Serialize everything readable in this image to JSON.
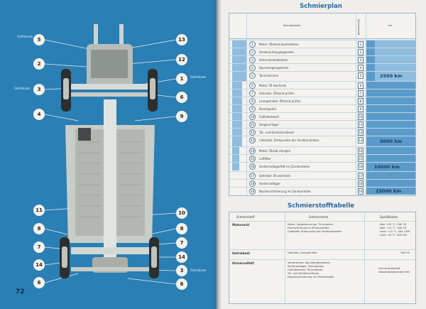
{
  "left_page": {
    "page_number": "72",
    "side_labels": [
      "Gehäuse",
      "Gehäuse",
      "Gehäuse",
      "Gehäuse"
    ],
    "callouts": [
      "5",
      "2",
      "3",
      "4",
      "13",
      "12",
      "1",
      "6",
      "9",
      "11",
      "8",
      "7",
      "14",
      "6",
      "10",
      "8",
      "7",
      "14",
      "3",
      "6"
    ]
  },
  "right_page": {
    "table1": {
      "title": "Schmierplan",
      "head": [
        "Schmierstelle",
        "Schmierstoff",
        "km"
      ],
      "rows": [
        {
          "symbol": "1",
          "text": "Motor: Ölstand kontrollieren",
          "mark": "1"
        },
        {
          "symbol": "2",
          "text": "Vorderachskugelgelenke",
          "mark": "2"
        },
        {
          "symbol": "3",
          "text": "Achsschenkelbolzen",
          "mark": "3"
        },
        {
          "symbol": "4",
          "text": "Spurstangengelenke",
          "mark": "4"
        },
        {
          "symbol": "5",
          "text": "Türscharniere",
          "mark": "5"
        },
        {
          "symbol": "6",
          "text": "Motor: Öl wechseln",
          "mark": "6"
        },
        {
          "symbol": "7",
          "text": "Getriebe: Ölstand prüfen",
          "mark": "7"
        },
        {
          "symbol": "8",
          "text": "Lenkgetriebe: Ölstand prüfen",
          "mark": "8"
        },
        {
          "symbol": "9",
          "text": "Bremspedal",
          "mark": "9"
        },
        {
          "symbol": "10",
          "text": "Fußhebelwerk",
          "mark": "10"
        },
        {
          "symbol": "11",
          "text": "Vergaserlager",
          "mark": "11"
        },
        {
          "symbol": "12",
          "text": "Tür- und Deckelschlösser",
          "mark": "12"
        },
        {
          "symbol": "13",
          "text": "Cabriolet: Drehpunkte der Verdeckstreben",
          "mark": "13"
        },
        {
          "symbol": "14",
          "text": "Motor: Ölsieb reinigen",
          "mark": "14"
        },
        {
          "symbol": "15",
          "text": "Luftfilter",
          "mark": "15"
        },
        {
          "symbol": "16",
          "text": "Vorderradlagerfett im Zündverteiler",
          "mark": "16"
        },
        {
          "symbol": "17",
          "text": "Getriebe: Öl wechseln",
          "mark": "17"
        },
        {
          "symbol": "18",
          "text": "Vorderradlager",
          "mark": "18"
        },
        {
          "symbol": "19",
          "text": "Nockenschmierung im Zündverteiler",
          "mark": "19"
        }
      ],
      "intervals": [
        "2500 km",
        "5000 km",
        "10000 km",
        "25000 km"
      ]
    },
    "table2": {
      "title": "Schmierstofftabelle",
      "head": [
        "Schmierstoff",
        "Schmierstelle",
        "Spezifikation"
      ],
      "rows": [
        {
          "name": "Motorenöl",
          "desc": "Motor, Vergaserpumpe, Türschanier,\nFlachsdichtung im Zündverteiler,\nCabriolet: Drehpunkte der Verdeckstreben",
          "spec": "über +30 °C  SAE 30\nüber +10 °C  SAE 20\nunter +10 °C  SAE 10W\nunter -20 °C  SAE 5W"
        },
        {
          "name": "Getriebeöl",
          "desc": "Getriebe, Lenkgetriebe",
          "spec": "SAE 90"
        },
        {
          "name": "Universalfett",
          "desc": "Vorderachse, Spurstangengelenk,\nVorderradlager, Bremspedal,\nFußhebelwerk, Türschlösser,\nTür- und Deckelschlösser,\nNockenschmierung im Zündverteiler",
          "spec": "Lithiumseifenfett\nwasserabweisendes Fett"
        }
      ]
    }
  }
}
